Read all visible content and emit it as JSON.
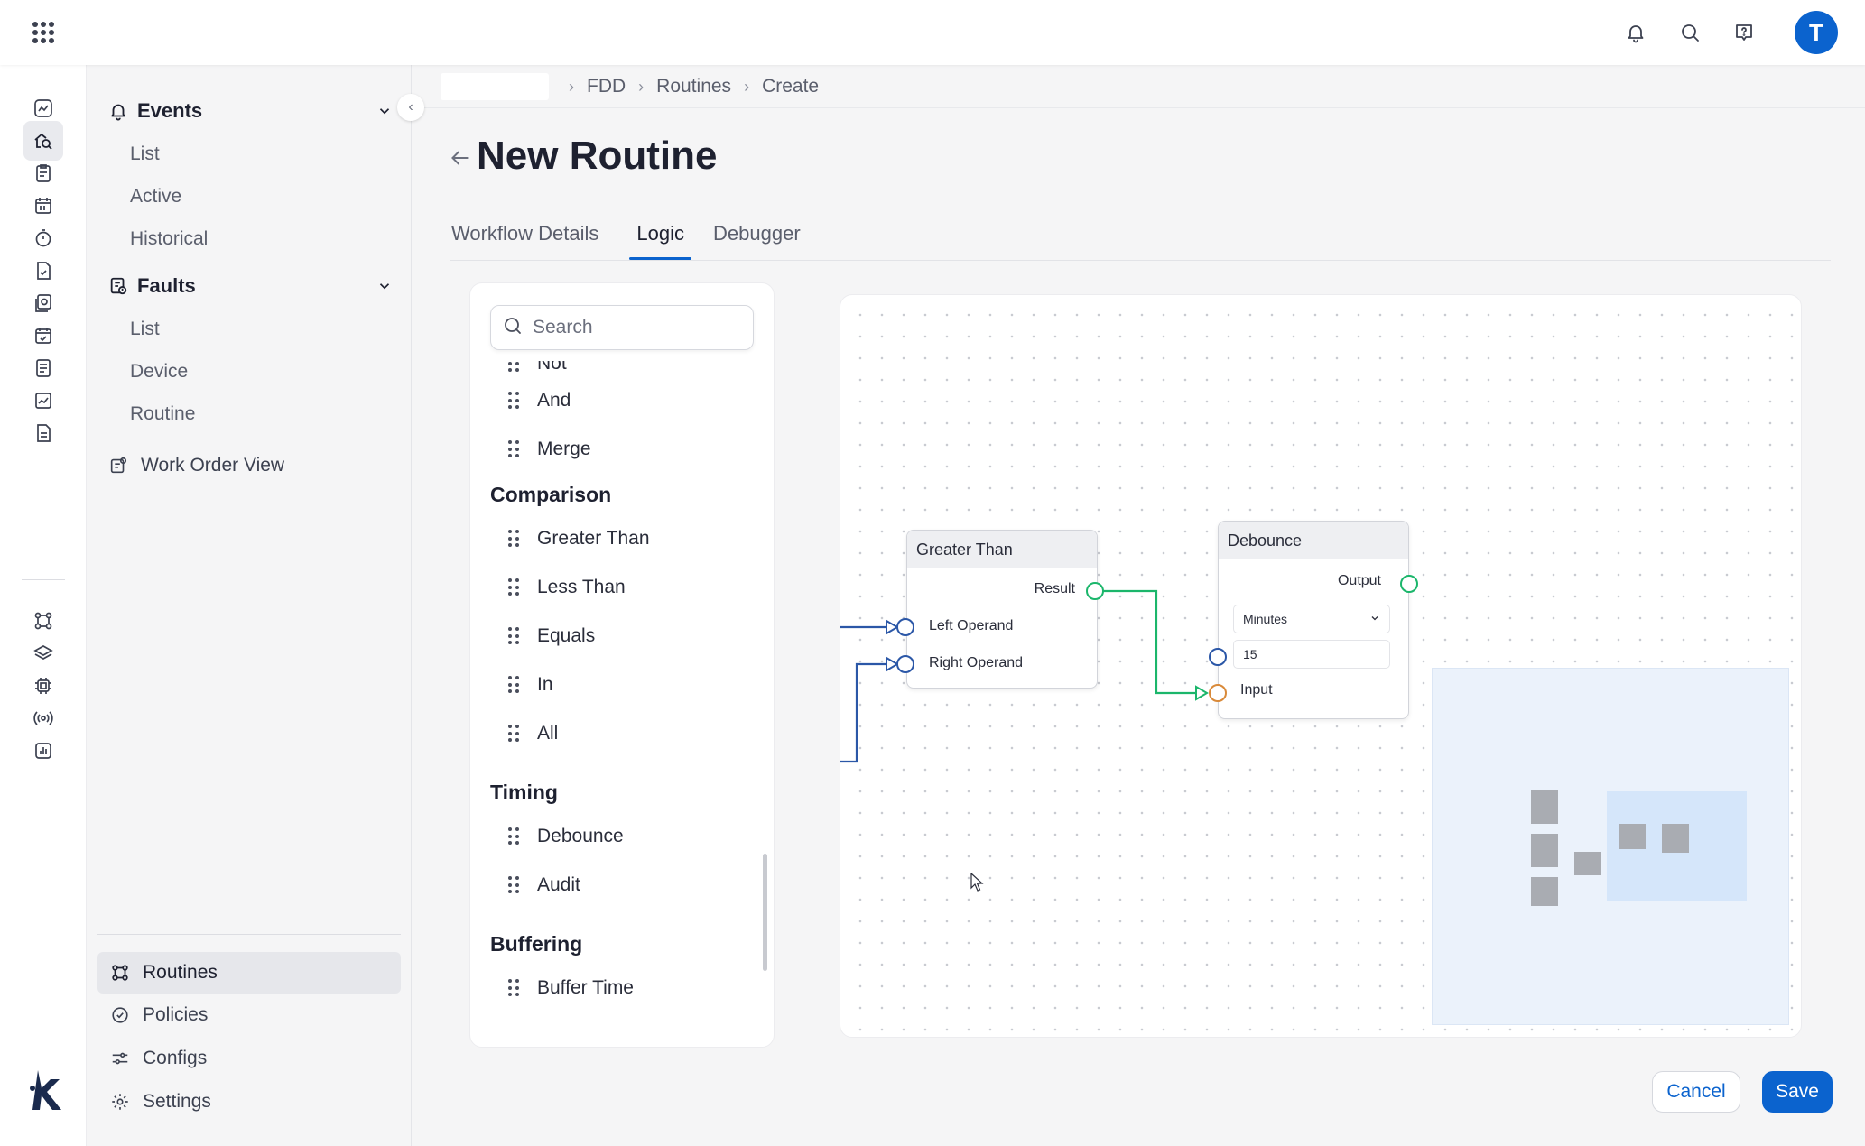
{
  "topbar": {
    "avatar_initial": "T",
    "icons": [
      "apps-grid-icon",
      "notification-bell-icon",
      "search-icon",
      "help-icon"
    ]
  },
  "rail": {
    "icons": [
      "dashboard-icon",
      "analytics-home-icon",
      "checklist-icon",
      "calendar-icon",
      "timer-icon",
      "document-check-icon",
      "reports-icon",
      "schedule-icon",
      "list-doc-icon",
      "chart-icon",
      "file-icon",
      "workflow-icon",
      "layers-icon",
      "chip-icon",
      "broadcast-icon",
      "bar-report-icon"
    ]
  },
  "nav": {
    "events": {
      "label": "Events",
      "items": [
        "List",
        "Active",
        "Historical"
      ]
    },
    "faults": {
      "label": "Faults",
      "items": [
        "List",
        "Device",
        "Routine"
      ]
    },
    "work_order_view": "Work Order View",
    "bottom": [
      "Routines",
      "Policies",
      "Configs",
      "Settings"
    ],
    "active_bottom": "Routines"
  },
  "breadcrumb": [
    "FDD",
    "Routines",
    "Create"
  ],
  "page": {
    "title": "New Routine"
  },
  "tabs": [
    "Workflow Details",
    "Logic",
    "Debugger"
  ],
  "active_tab": "Logic",
  "palette": {
    "search_placeholder": "Search",
    "partial_item": "Not",
    "logic_items": [
      "And",
      "Merge"
    ],
    "categories": {
      "comparison": "Comparison",
      "timing": "Timing",
      "buffering": "Buffering"
    },
    "comparison_items": [
      "Greater Than",
      "Less Than",
      "Equals",
      "In",
      "All"
    ],
    "timing_items": [
      "Debounce",
      "Audit"
    ],
    "buffering_items": [
      "Buffer Time"
    ]
  },
  "canvas": {
    "greater_than": {
      "title": "Greater Than",
      "result": "Result",
      "left_operand": "Left Operand",
      "right_operand": "Right Operand"
    },
    "debounce": {
      "title": "Debounce",
      "output": "Output",
      "unit": "Minutes",
      "value": "15",
      "input": "Input"
    }
  },
  "actions": {
    "cancel": "Cancel",
    "save": "Save"
  },
  "colors": {
    "primary": "#0b63ce",
    "edge_blue": "#2b57a7",
    "edge_green": "#1bb66b"
  }
}
